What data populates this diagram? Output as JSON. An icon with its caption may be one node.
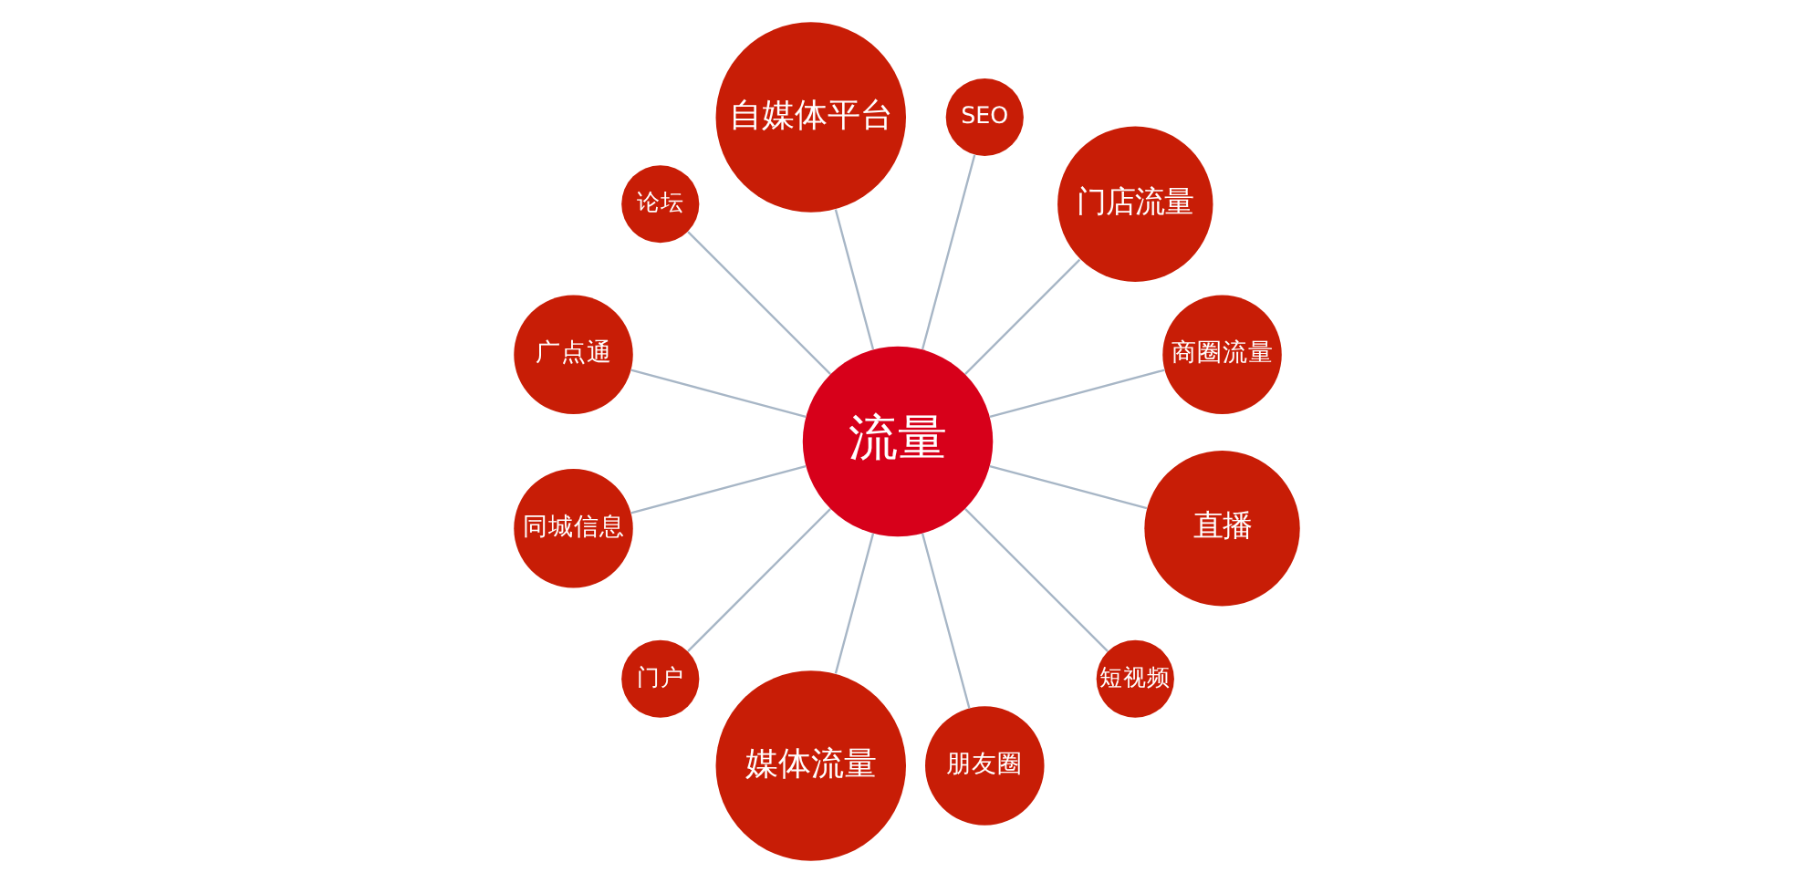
{
  "diagram": {
    "nodes": [
      {
        "text": [
          "流量"
        ]
      },
      {
        "text": [
          "商圈流量"
        ]
      },
      {
        "text": [
          "门店流量"
        ]
      },
      {
        "text": [
          "SEO"
        ]
      },
      {
        "text": [
          "自媒体平台"
        ]
      },
      {
        "text": [
          "论坛"
        ]
      },
      {
        "text": [
          "广点通"
        ]
      },
      {
        "text": [
          "同城信息"
        ]
      },
      {
        "text": [
          "门户"
        ]
      },
      {
        "text": [
          "媒体流量"
        ]
      },
      {
        "text": [
          "朋友圈"
        ]
      },
      {
        "text": [
          "短视频"
        ]
      },
      {
        "text": [
          "直播"
        ]
      }
    ],
    "edges": [
      {
        "from": 0,
        "to": 1,
        "arrow": "none"
      },
      {
        "from": 0,
        "to": 2,
        "arrow": "none"
      },
      {
        "from": 0,
        "to": 3,
        "arrow": "none"
      },
      {
        "from": 0,
        "to": 4,
        "arrow": "none"
      },
      {
        "from": 0,
        "to": 5,
        "arrow": "none"
      },
      {
        "from": 0,
        "to": 6,
        "arrow": "none"
      },
      {
        "from": 0,
        "to": 7,
        "arrow": "none"
      },
      {
        "from": 0,
        "to": 8,
        "arrow": "none"
      },
      {
        "from": 0,
        "to": 9,
        "arrow": "none"
      },
      {
        "from": 0,
        "to": 10,
        "arrow": "none"
      },
      {
        "from": 0,
        "to": 11,
        "arrow": "none"
      },
      {
        "from": 0,
        "to": 12,
        "arrow": "none"
      }
    ]
  }
}
